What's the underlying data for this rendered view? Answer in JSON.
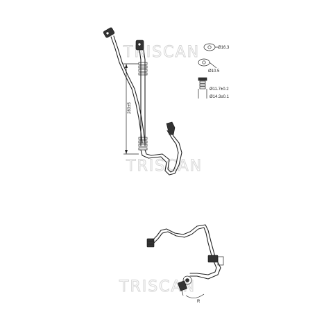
{
  "watermarks": [
    "TRISCAN",
    "TRISCAN",
    "TRISCAN"
  ],
  "dimensions": {
    "length": "283±5",
    "d1": "Ø16.3",
    "d2": "Ø10.5",
    "d3": "Ø11.7±0.2",
    "d4": "Ø14.3±0.1",
    "angle": "R"
  },
  "colors": {
    "line": "#222222",
    "watermark": "#d6d6d6",
    "background": "#ffffff"
  }
}
